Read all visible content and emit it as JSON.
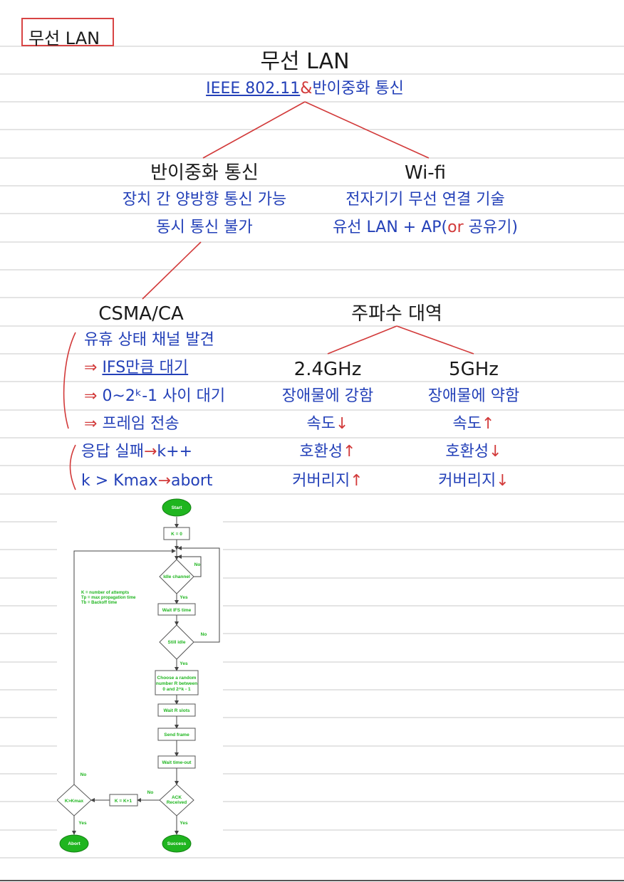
{
  "title_box": "무선 LAN",
  "main": {
    "title": "무선 LAN",
    "subtitle_a": "IEEE 802.11",
    "subtitle_amp": "&",
    "subtitle_b": "반이중화 통신"
  },
  "left": {
    "heading": "반이중화 통신",
    "line1": "장치 간 양방향 통신 가능",
    "line2": "동시 통신 불가"
  },
  "right": {
    "heading": "Wi-fi",
    "line1": "전자기기 무선 연결 기술",
    "line2_a": "유선 LAN + AP(",
    "line2_or": "or",
    "line2_b": " 공유기)"
  },
  "csma": {
    "heading": "CSMA/CA",
    "step1": "유휴 상태 채널 발견",
    "arrow": "⇒",
    "step2": "IFS만큼 대기",
    "step3": "0~2ᵏ-1 사이 대기",
    "step4": "프레임 전송",
    "fail_a": "응답 실패",
    "fail_b": "k++",
    "cond_a": "k > Kmax",
    "cond_b": "abort",
    "small_arrow": "→"
  },
  "freq": {
    "heading": "주파수 대역",
    "band1": {
      "label": "2.4GHz",
      "obstacle": "장애물에 강함",
      "speed": "속도",
      "compat": "호환성",
      "coverage": "커버리지",
      "speed_dir": "↓",
      "compat_dir": "↑",
      "coverage_dir": "↑"
    },
    "band2": {
      "label": "5GHz",
      "obstacle": "장애물에 약함",
      "speed": "속도",
      "compat": "호환성",
      "coverage": "커버리지",
      "speed_dir": "↑",
      "compat_dir": "↓",
      "coverage_dir": "↓"
    }
  },
  "flowchart": {
    "start": "Start",
    "k0": "K = 0",
    "idle": "Idle channel",
    "no": "No",
    "yes": "Yes",
    "wait_ifs": "Wait IFS time",
    "still_idle": "Still idle",
    "choose_1": "Choose a random",
    "choose_2": "number R between",
    "choose_3": "0 and 2^k - 1",
    "wait_r": "Wait R slots",
    "send": "Send frame",
    "timeout": "Wait time-out",
    "ack_1": "ACK",
    "ack_2": "Received",
    "kk1": "K = K+1",
    "kmax": "K>Kmax",
    "abort": "Abort",
    "success": "Success",
    "legend_1": "K = number of attempts",
    "legend_2": "Tp = max propagation time",
    "legend_3": "Tb = Backoff time"
  },
  "colors": {
    "ink": "#1a1a1a",
    "blue": "#2340b8",
    "red": "#d23a3a",
    "green": "#1fb51f",
    "rule": "#c8c8c8"
  }
}
